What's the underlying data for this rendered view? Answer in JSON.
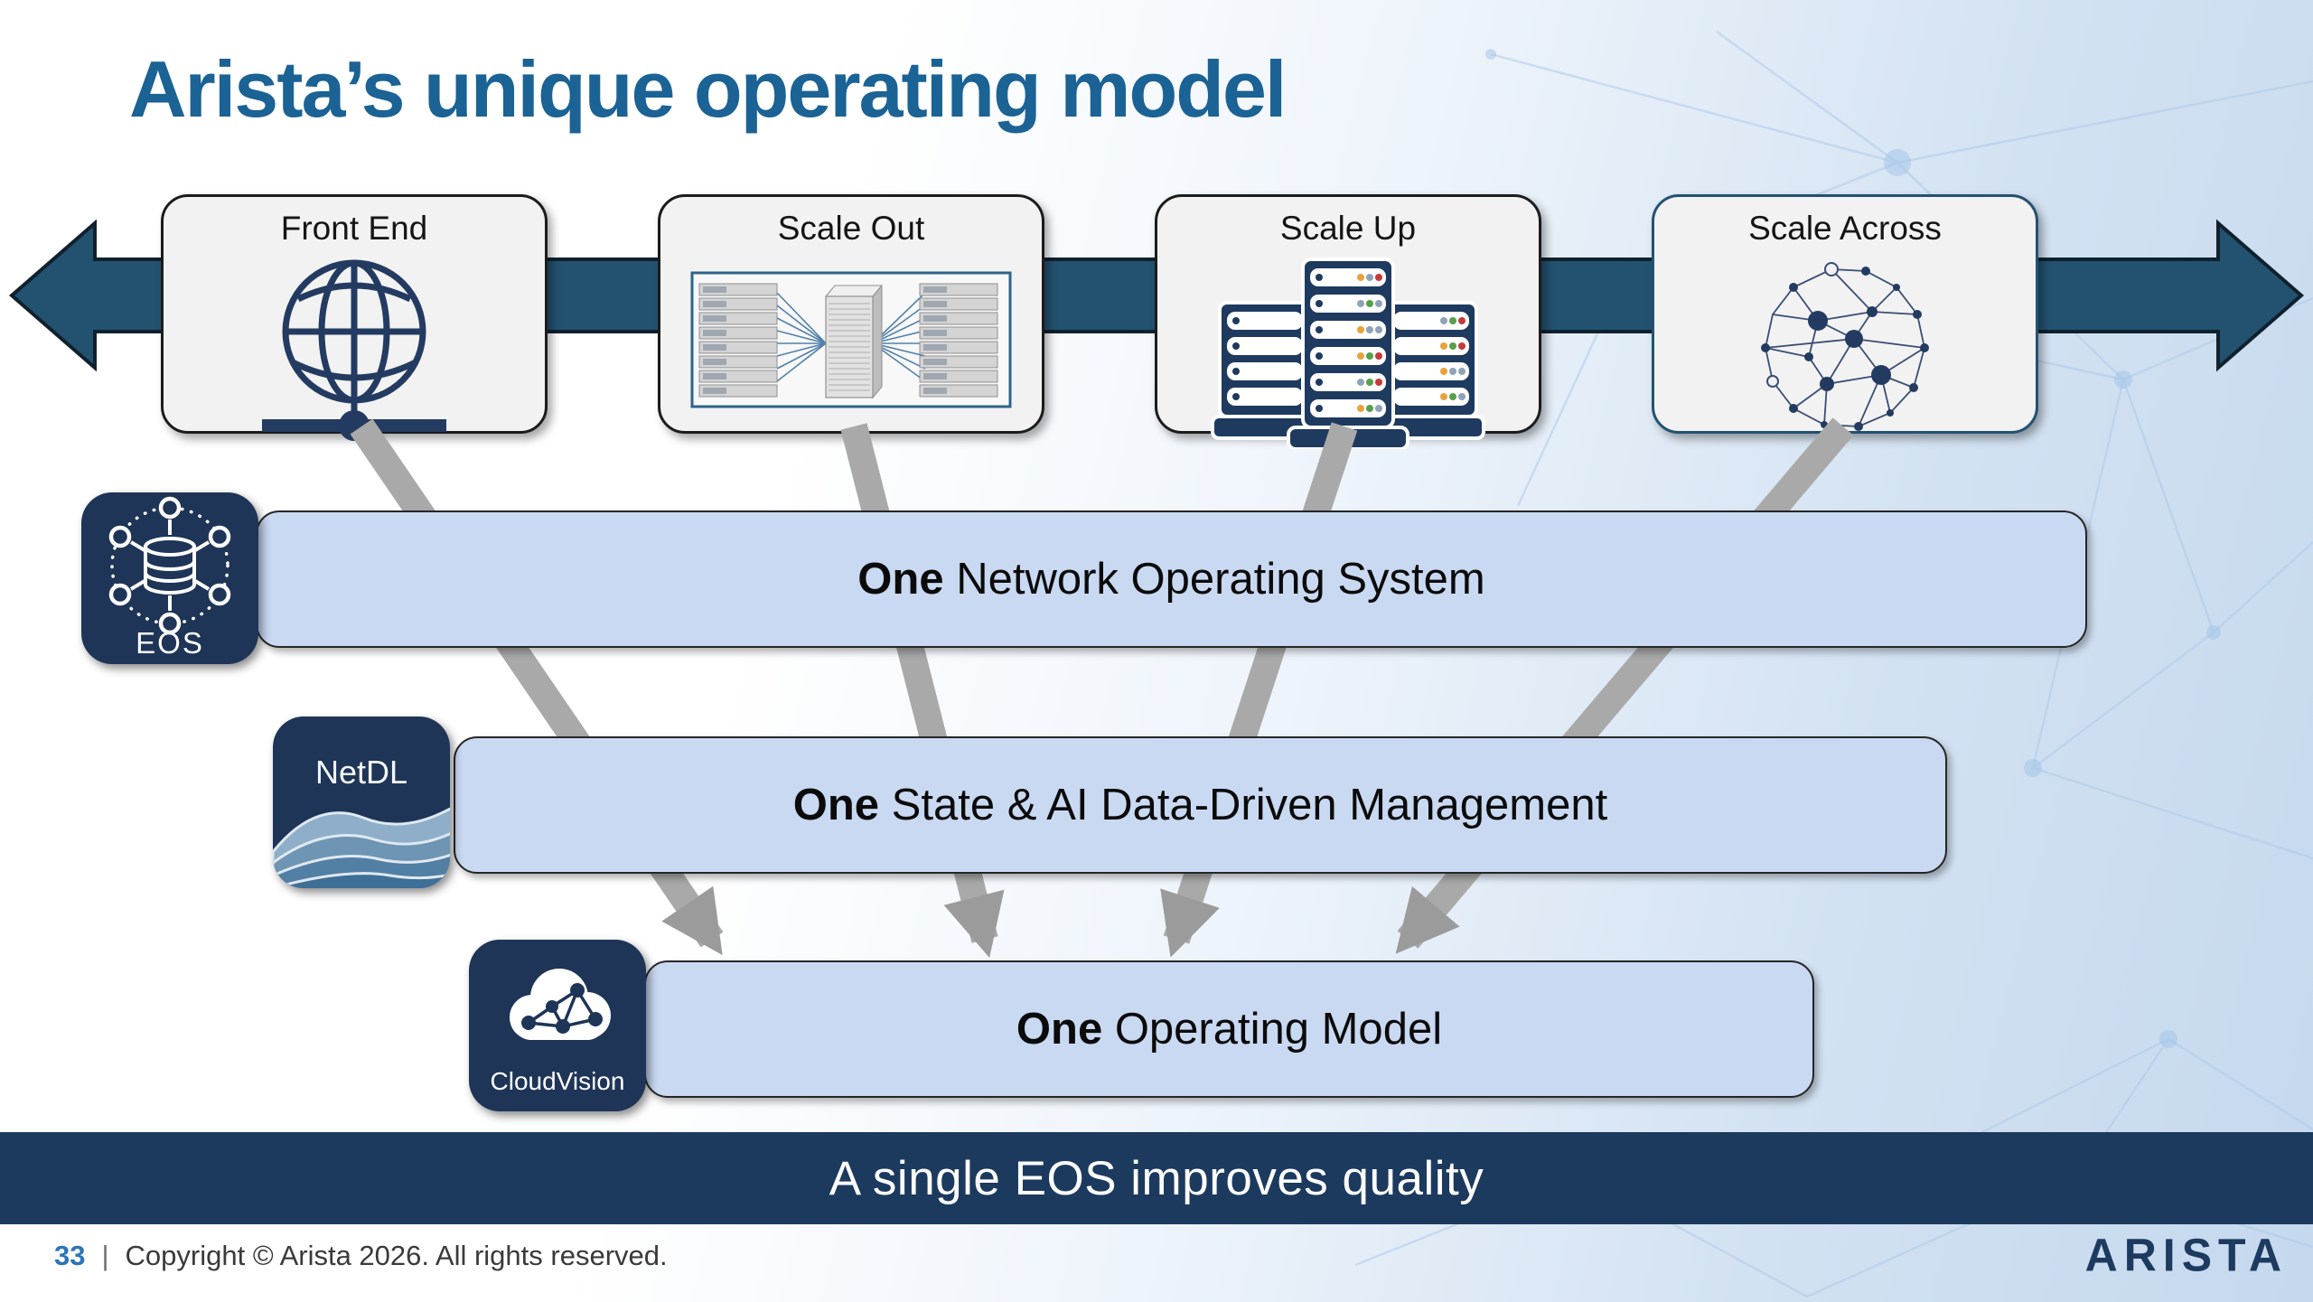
{
  "slide": {
    "title": "Arista’s unique operating model",
    "top_row": {
      "boxes": [
        {
          "label": "Front End",
          "icon": "globe-network-icon"
        },
        {
          "label": "Scale Out",
          "icon": "server-racks-icon"
        },
        {
          "label": "Scale Up",
          "icon": "server-stack-icon"
        },
        {
          "label": "Scale Across",
          "icon": "mesh-sphere-icon"
        }
      ]
    },
    "layers": [
      {
        "badge": "EOS",
        "title_bold": "One",
        "title_rest": " Network Operating System"
      },
      {
        "badge": "NetDL",
        "title_bold": "One",
        "title_rest": " State & AI Data-Driven Management"
      },
      {
        "badge": "CloudVision",
        "title_bold": "One",
        "title_rest": " Operating Model"
      }
    ],
    "banner": {
      "text": "A single EOS improves quality"
    },
    "footer": {
      "page_number": "33",
      "separator": "|",
      "copyright": "Copyright © Arista 2026. All rights reserved.",
      "brand": "ARISTA"
    },
    "colors": {
      "title_blue": "#1B6295",
      "band_navy": "#235271",
      "tile_navy": "#1E3557",
      "banner_navy": "#1C3A5E",
      "bar_fill": "#C9D9F2",
      "page_number_blue": "#2E74B5",
      "arrow_gray": "#A9A9A9"
    }
  }
}
